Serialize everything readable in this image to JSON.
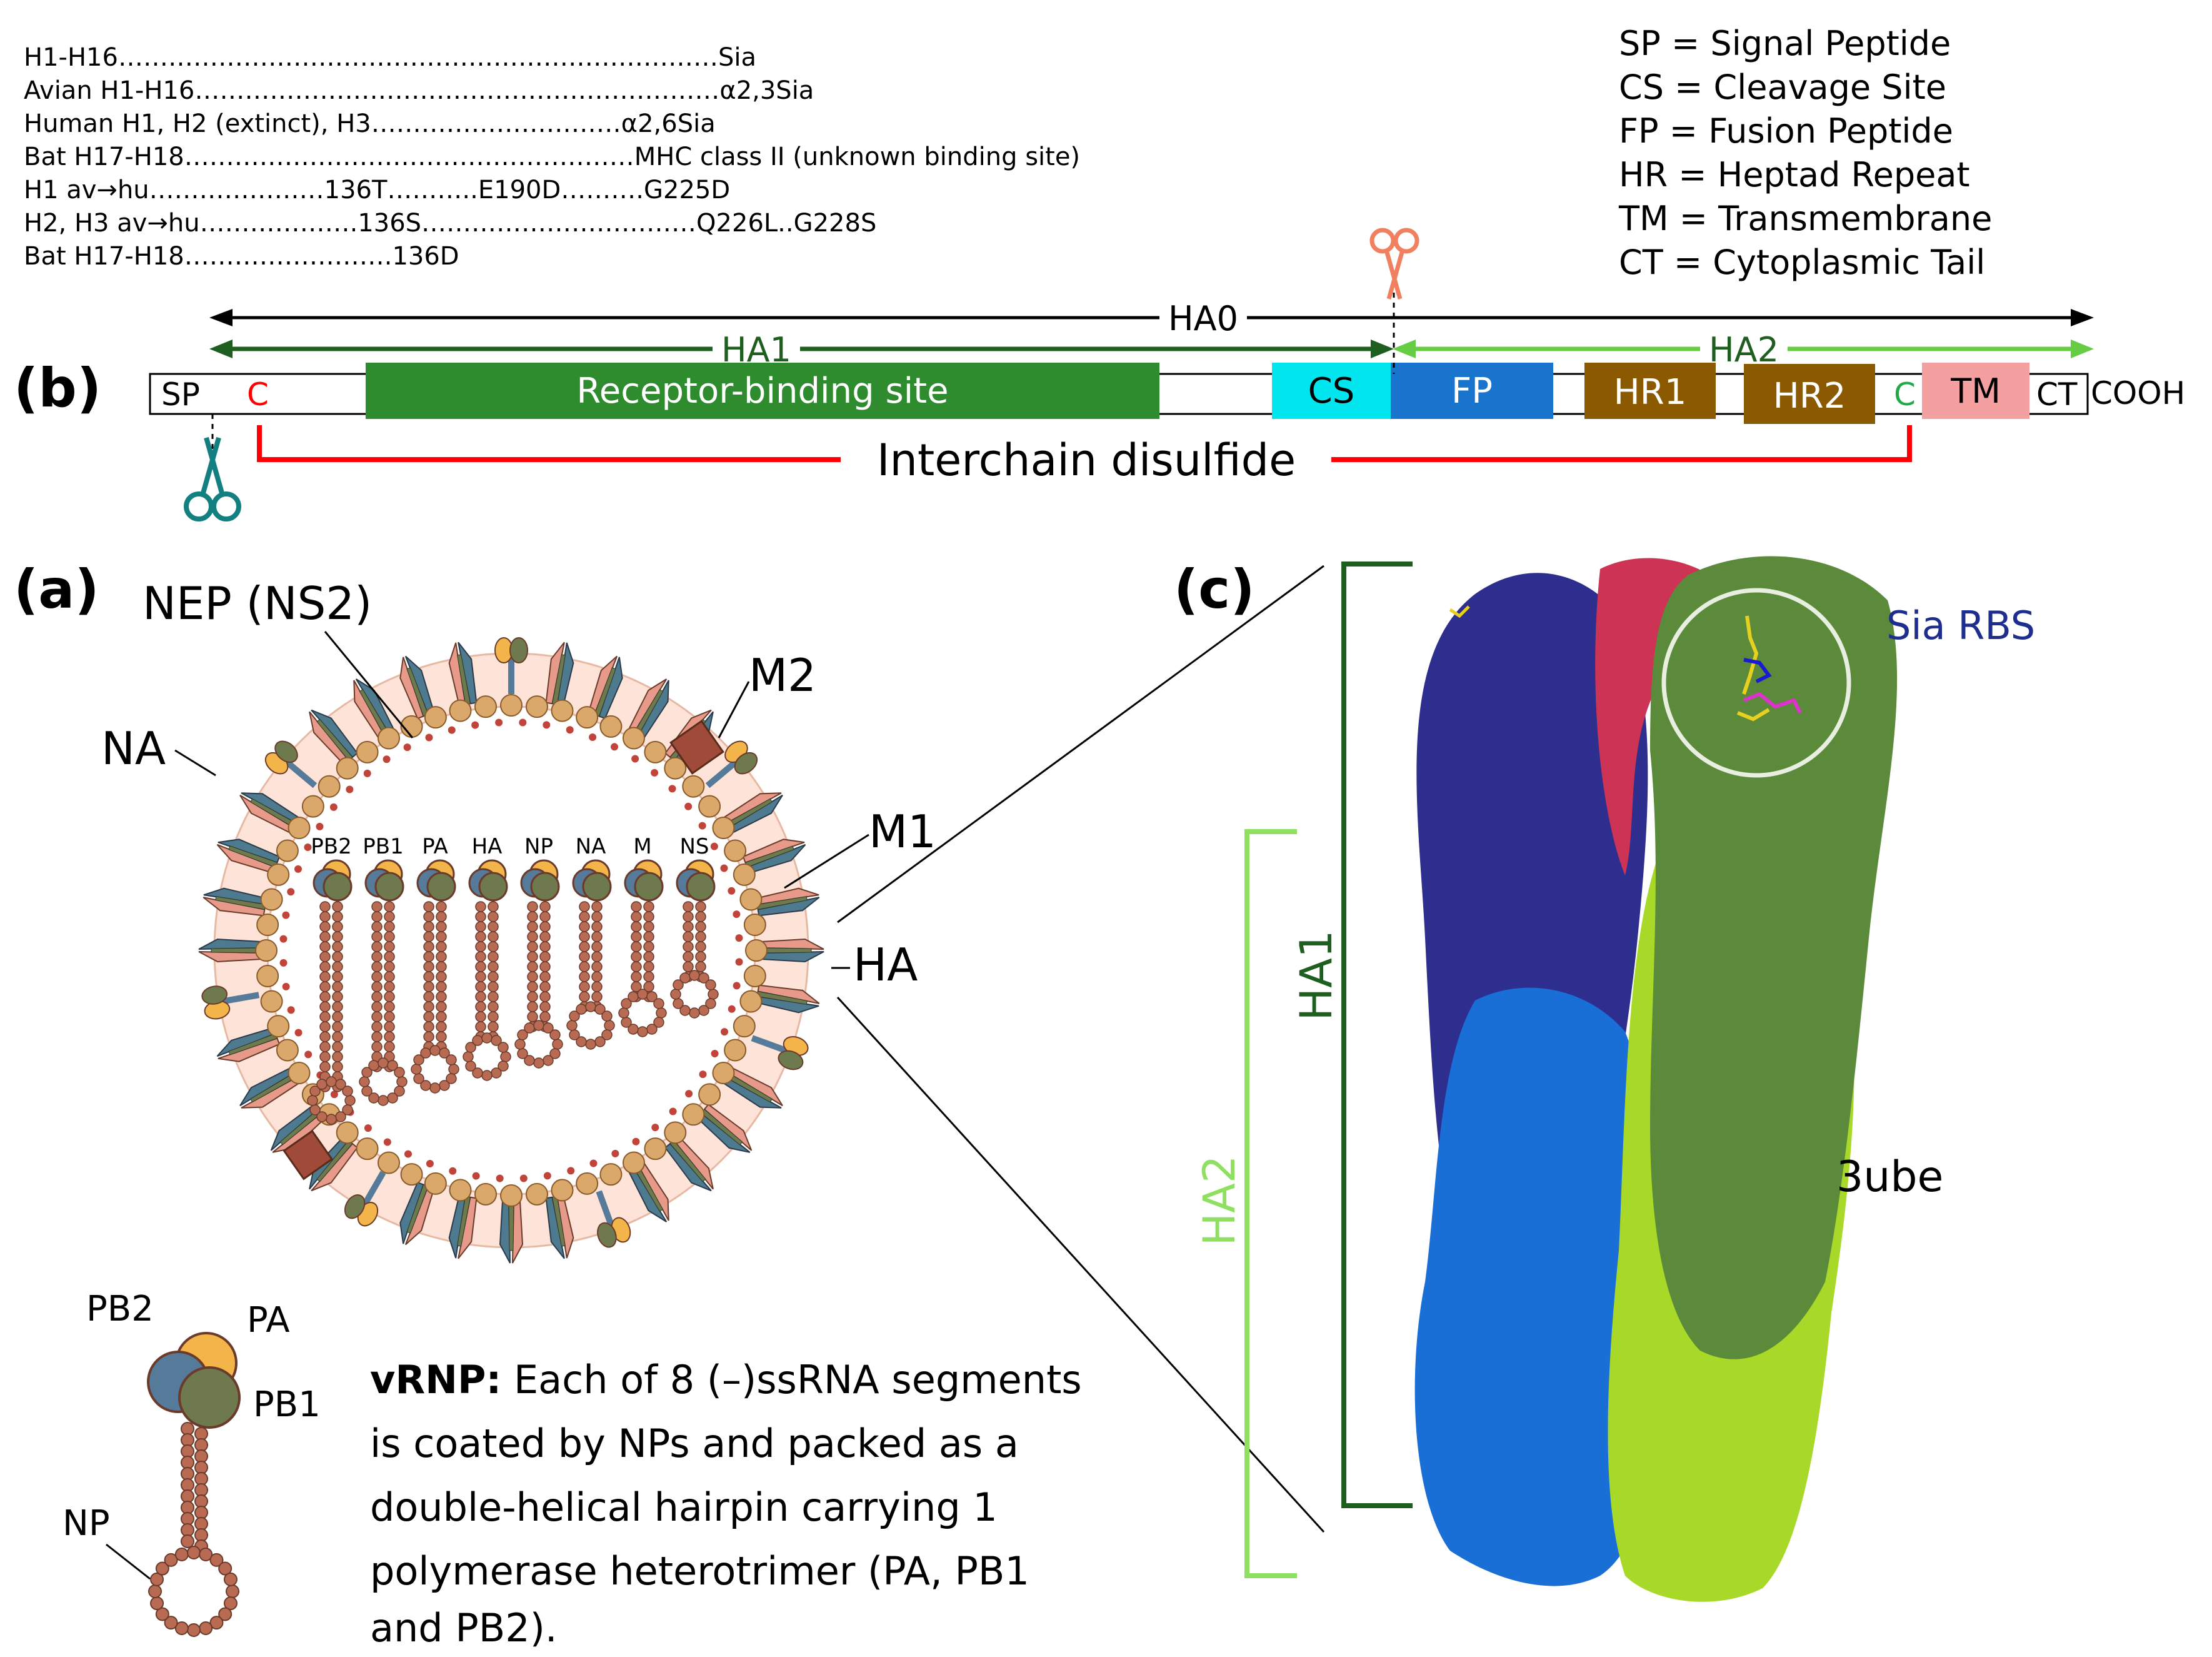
{
  "table_lines": [
    "H1-H16………………………………………………………………Sia",
    "Avian H1-H16………………………………………………………α2,3Sia",
    "Human H1, H2 (extinct), H3…………………………α2,6Sia",
    "Bat H17-H18………………………………………………MHC class II (unknown binding site)",
    "H1        av→hu…………………136T………..E190D……….G225D",
    "H2, H3 av→hu……………….136S……………………………Q226L..G228S",
    "Bat H17-H18…………………….136D"
  ],
  "legend": [
    "SP = Signal Peptide",
    "CS = Cleavage Site",
    "FP = Fusion Peptide",
    "HR = Heptad Repeat",
    "TM = Transmembrane",
    "CT = Cytoplasmic Tail"
  ],
  "panel_b": {
    "label": "(b)",
    "ha0": "HA0",
    "ha1": "HA1",
    "ha2": "HA2",
    "sp": "SP",
    "c_left": "C",
    "rbs": "Receptor-binding site",
    "cs": "CS",
    "fp": "FP",
    "hr1": "HR1",
    "hr2": "HR2",
    "c_right": "C",
    "tm": "TM",
    "ct": "CT",
    "cooh": "COOH",
    "disulfide": "Interchain disulfide",
    "colors": {
      "rbs": "#2e8b2e",
      "cs": "#00e5ee",
      "fp": "#1874cd",
      "hr": "#8b5a00",
      "tm": "#f4a0a0",
      "red": "#ff0000",
      "dark_green": "#1e5e1e",
      "light_green": "#66cc44"
    }
  },
  "panel_a": {
    "label": "(a)",
    "nep": "NEP (NS2)",
    "na": "NA",
    "m2": "M2",
    "m1": "M1",
    "ha": "HA",
    "segments": [
      "PB2",
      "PB1",
      "PA",
      "HA",
      "NP",
      "NA",
      "M",
      "NS"
    ],
    "vrnp_pb2": "PB2",
    "vrnp_pa": "PA",
    "vrnp_pb1": "PB1",
    "vrnp_np": "NP",
    "vrnp_title": "vRNP:",
    "vrnp_lines": [
      " Each of 8 (–)ssRNA segments",
      "is coated by NPs and packed as a",
      "double-helical hairpin carrying 1",
      "polymerase heterotrimer (PA, PB1",
      "and PB2)."
    ]
  },
  "panel_c": {
    "label": "(c)",
    "ha1": "HA1",
    "ha2": "HA2",
    "sia_rbs": "Sia RBS",
    "pdb": "3ube",
    "colors": {
      "dark_blue": "#2e2e8e",
      "blue": "#1a6fd6",
      "green": "#5a8a3a",
      "lime": "#a8d828",
      "red": "#cc3355"
    }
  }
}
